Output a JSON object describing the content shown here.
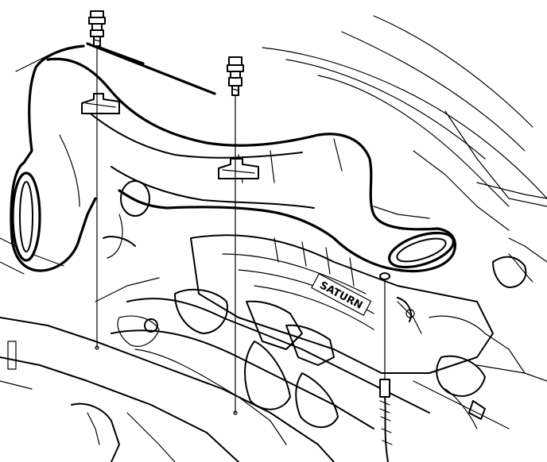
{
  "diagram": {
    "engine_cover_badge": "SATURN",
    "colors": {
      "ink": "#000000",
      "background": "#ffffff"
    },
    "parts": [
      {
        "name": "air-intake-duct",
        "icon": "duct-icon"
      },
      {
        "name": "fastener-bolt-left",
        "icon": "bolt-icon"
      },
      {
        "name": "fastener-bolt-center",
        "icon": "bolt-icon"
      },
      {
        "name": "mounting-bracket-left",
        "icon": "bracket-icon"
      },
      {
        "name": "mounting-bracket-center",
        "icon": "bracket-icon"
      },
      {
        "name": "grommet-right",
        "icon": "grommet-icon"
      },
      {
        "name": "radiator-support",
        "icon": "radiator-icon"
      },
      {
        "name": "engine-cover",
        "icon": "engine-icon"
      }
    ]
  }
}
